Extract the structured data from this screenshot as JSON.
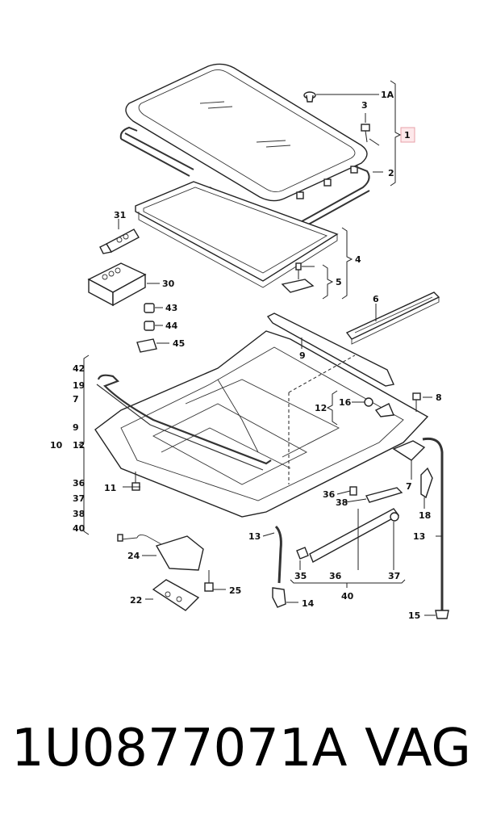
{
  "callouts": {
    "c1A": "1A",
    "c1": "1",
    "c2": "2",
    "c3": "3",
    "c4": "4",
    "c5": "5",
    "c6": "6",
    "c7a": "7",
    "c7b": "7",
    "c8": "8",
    "c9a": "9",
    "c9b": "9",
    "c10": "10",
    "c11": "11",
    "c12a": "12",
    "c12b": "12",
    "c13a": "13",
    "c13b": "13",
    "c14": "14",
    "c15": "15",
    "c16": "16",
    "c18": "18",
    "c19": "19",
    "c22": "22",
    "c24": "24",
    "c25": "25",
    "c30": "30",
    "c31": "31",
    "c35": "35",
    "c36a": "36",
    "c36b": "36",
    "c36c": "36",
    "c37a": "37",
    "c37b": "37",
    "c38a": "38",
    "c38b": "38",
    "c40a": "40",
    "c40b": "40",
    "c42": "42",
    "c43": "43",
    "c44": "44",
    "c45": "45"
  },
  "footer": {
    "part_number": "1U0877071A",
    "brand": "VAG"
  },
  "colors": {
    "highlight_box": "#e8a0a8",
    "highlight_fill": "#fde8ea"
  }
}
